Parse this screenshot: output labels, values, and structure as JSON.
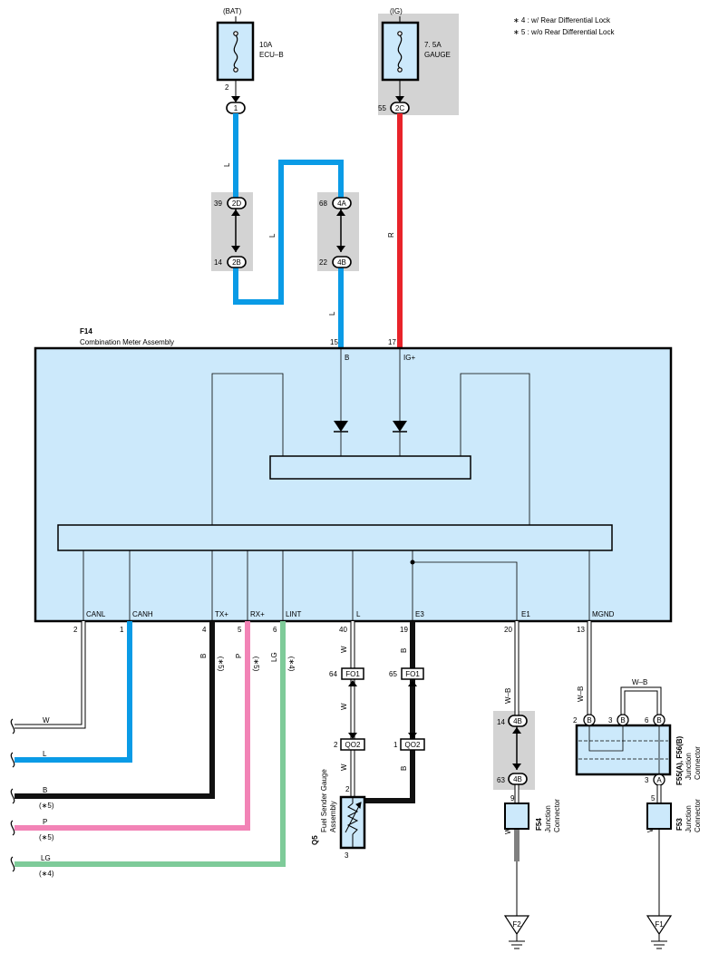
{
  "notes": {
    "note1": "∗ 4 : w/ Rear Differential Lock",
    "note2": "∗ 5 : w/o Rear Differential Lock"
  },
  "fuses": {
    "bat": {
      "source": "(BAT)",
      "rating": "10A",
      "name": "ECU–B",
      "pin": "2",
      "connector": "1"
    },
    "ig": {
      "source": "(IG)",
      "rating": "7. 5A",
      "name": "GAUGE",
      "pin": "55",
      "connector": "2C"
    }
  },
  "splices": {
    "s2d": {
      "pin": "39",
      "label": "2D"
    },
    "s2b": {
      "pin": "14",
      "label": "2B"
    },
    "s4a": {
      "pin": "68",
      "label": "4A"
    },
    "s4b": {
      "pin": "22",
      "label": "4B"
    }
  },
  "wires": {
    "l1": "L",
    "l2": "L",
    "l3": "L",
    "r": "R",
    "b_tx": "B",
    "p_rx": "P",
    "lg_lint": "LG",
    "w_l": "W",
    "w_l2": "W",
    "w_l3": "W",
    "b_e3": "B",
    "b_e3b": "B",
    "wb_e1": "W–B",
    "wb_e1b": "W–B",
    "wb_mgnd": "W–B",
    "wb_jc": "W–B",
    "wb_f53": "W–B"
  },
  "meter": {
    "id": "F14",
    "name": "Combination Meter Assembly",
    "top_pins": {
      "b_pin": "15",
      "b_label": "B",
      "ig_pin": "17",
      "ig_label": "IG+"
    },
    "bottom_pins": [
      {
        "num": "2",
        "label": "CANL"
      },
      {
        "num": "1",
        "label": "CANH"
      },
      {
        "num": "4",
        "label": "TX+"
      },
      {
        "num": "5",
        "label": "RX+"
      },
      {
        "num": "6",
        "label": "LINT"
      },
      {
        "num": "40",
        "label": "L"
      },
      {
        "num": "19",
        "label": "E3"
      },
      {
        "num": "20",
        "label": "E1"
      },
      {
        "num": "13",
        "label": "MGND"
      }
    ],
    "notes": {
      "tx": "(∗5)",
      "rx": "(∗5)",
      "lint": "(∗4)"
    }
  },
  "left_outputs": [
    {
      "color": "W",
      "note": ""
    },
    {
      "color": "L",
      "note": ""
    },
    {
      "color": "B",
      "note": "(∗5)"
    },
    {
      "color": "P",
      "note": "(∗5)"
    },
    {
      "color": "LG",
      "note": "(∗4)"
    }
  ],
  "fuel": {
    "fo1_left": {
      "pin": "64",
      "label": "FO1"
    },
    "fo1_right": {
      "pin": "65",
      "label": "FO1"
    },
    "qo2_left": {
      "pin": "2",
      "label": "QO2"
    },
    "qo2_right": {
      "pin": "1",
      "label": "QO2"
    },
    "sender_pin_top": "2",
    "sender_pin_bottom": "3",
    "sender_id": "Q5",
    "sender_name1": "Fuel Sender Gauge",
    "sender_name2": "Assembly"
  },
  "e1_splice": {
    "pin_top": "14",
    "label_top": "4B",
    "pin_bottom": "63",
    "label_bottom": "4B"
  },
  "jc_f55": {
    "id": "F55(A), F56(B)",
    "name1": "Junction",
    "name2": "Connector",
    "pins": [
      {
        "num": "2",
        "label": "B"
      },
      {
        "num": "3",
        "label": "B"
      },
      {
        "num": "6",
        "label": "B"
      }
    ],
    "out_pin": "3",
    "out_label": "A"
  },
  "jc_f54": {
    "id": "F54",
    "name1": "Junction",
    "name2": "Connector",
    "pin": "9",
    "ground": "F2"
  },
  "jc_f53": {
    "id": "F53",
    "name1": "Junction",
    "name2": "Connector",
    "pin": "5",
    "ground": "F1"
  },
  "colors": {
    "blue": "#0a9be6",
    "red": "#e8232a",
    "pink": "#f283b6",
    "green": "#7ecb99",
    "black": "#111111",
    "meter_fill": "#cce9fb",
    "gray_box": "#d3d3d3"
  }
}
